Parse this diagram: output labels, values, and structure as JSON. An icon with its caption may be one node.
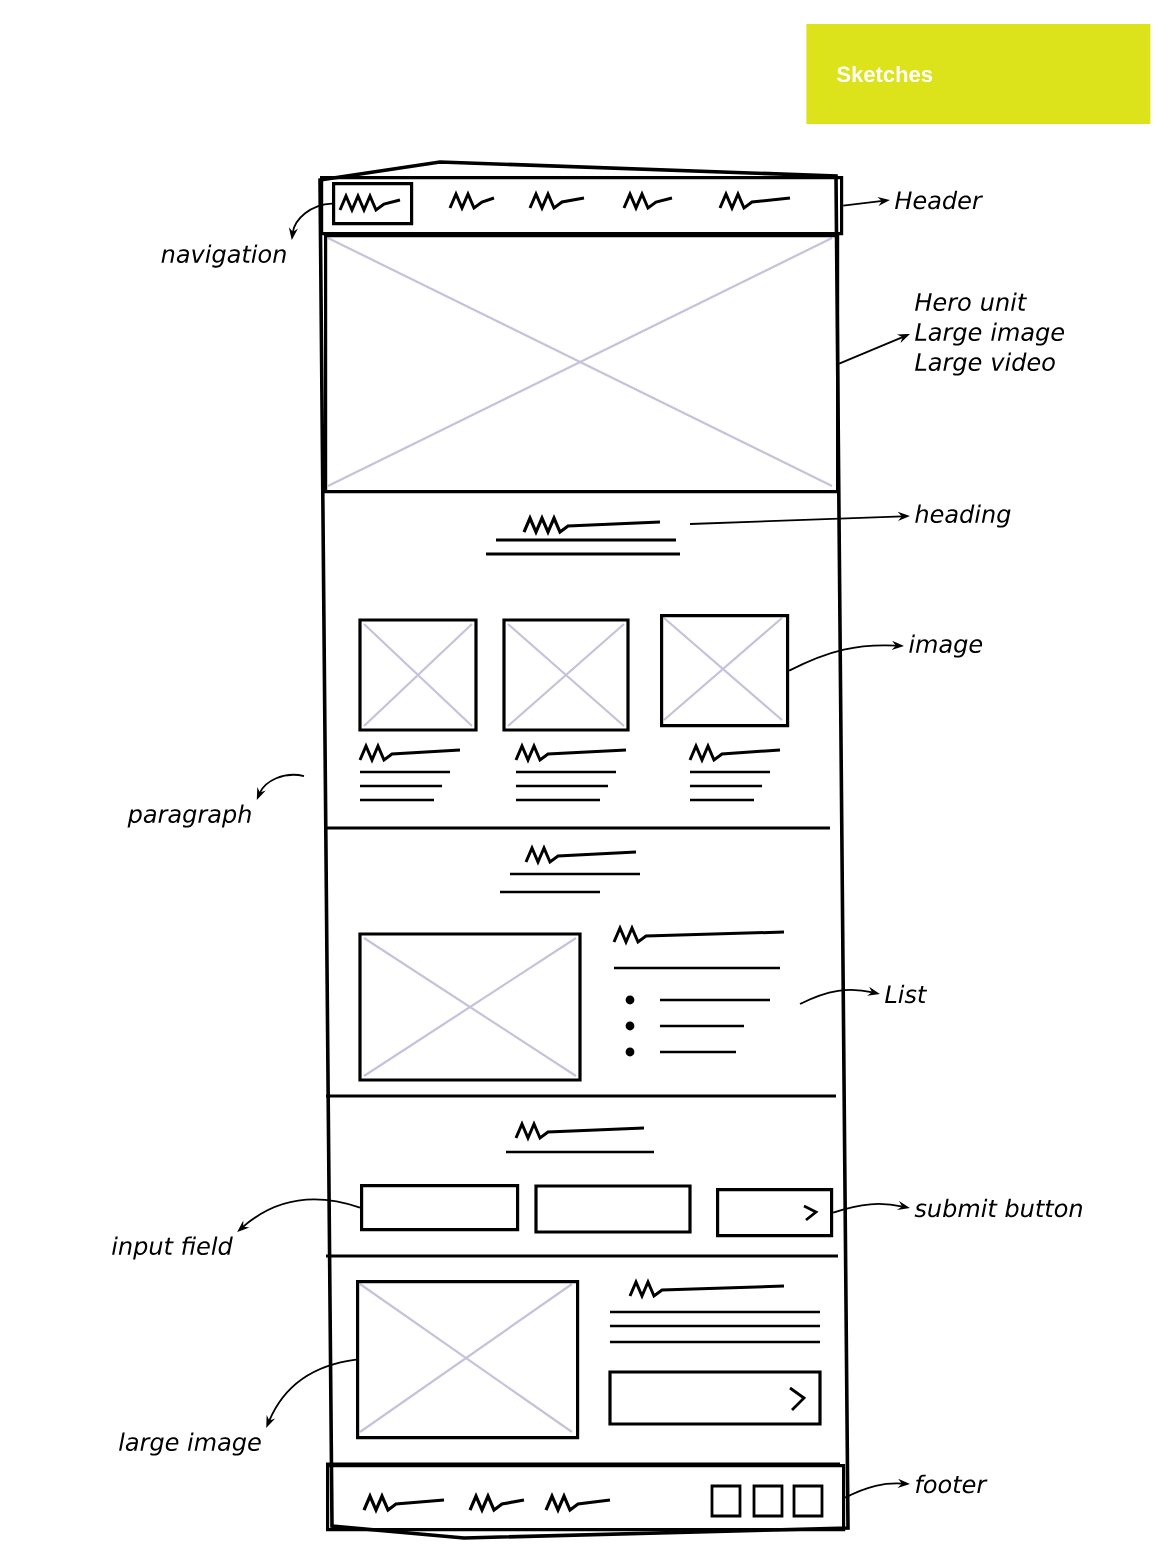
{
  "diagram": {
    "nodes": [
      {
        "text": [
          "Sketches"
        ]
      },
      {
        "text": [],
        "shape": "box"
      },
      {
        "text": [],
        "shape": "box",
        "in": 1
      },
      {
        "text": [],
        "shape": "box"
      },
      {
        "text": [],
        "shape": "box"
      },
      {
        "text": [],
        "shape": "box"
      },
      {
        "text": [],
        "shape": "box"
      },
      {
        "text": [],
        "shape": "box"
      },
      {
        "text": [],
        "shape": "box"
      },
      {
        "text": [
          "Header"
        ]
      },
      {
        "text": [
          "navigation"
        ]
      },
      {
        "text": [
          "Hero unit Large image Large video"
        ]
      },
      {
        "text": [
          "heading"
        ]
      },
      {
        "text": [
          "image"
        ]
      },
      {
        "text": [
          "paragraph"
        ]
      },
      {
        "text": [
          "List"
        ]
      },
      {
        "text": [
          "input field"
        ]
      },
      {
        "text": [
          "submit button"
        ]
      },
      {
        "text": [
          "large image"
        ]
      },
      {
        "text": [
          "footer"
        ]
      }
    ],
    "edges": [
      {
        "from": 1,
        "to": 9,
        "arrow": "to"
      },
      {
        "from": 2,
        "to": 10,
        "arrow": "to"
      },
      {
        "from": 3,
        "to": 11,
        "arrow": "to"
      },
      {
        "from": null,
        "to": 12,
        "arrow": "to"
      },
      {
        "from": 4,
        "to": 13,
        "arrow": "to"
      },
      {
        "from": null,
        "to": 14,
        "arrow": "to"
      },
      {
        "from": null,
        "to": 15,
        "arrow": "to"
      },
      {
        "from": 5,
        "to": 16,
        "arrow": "to"
      },
      {
        "from": 6,
        "to": 17,
        "arrow": "to"
      },
      {
        "from": 7,
        "to": 18,
        "arrow": "to"
      },
      {
        "from": 8,
        "to": 19,
        "arrow": "to"
      }
    ]
  }
}
